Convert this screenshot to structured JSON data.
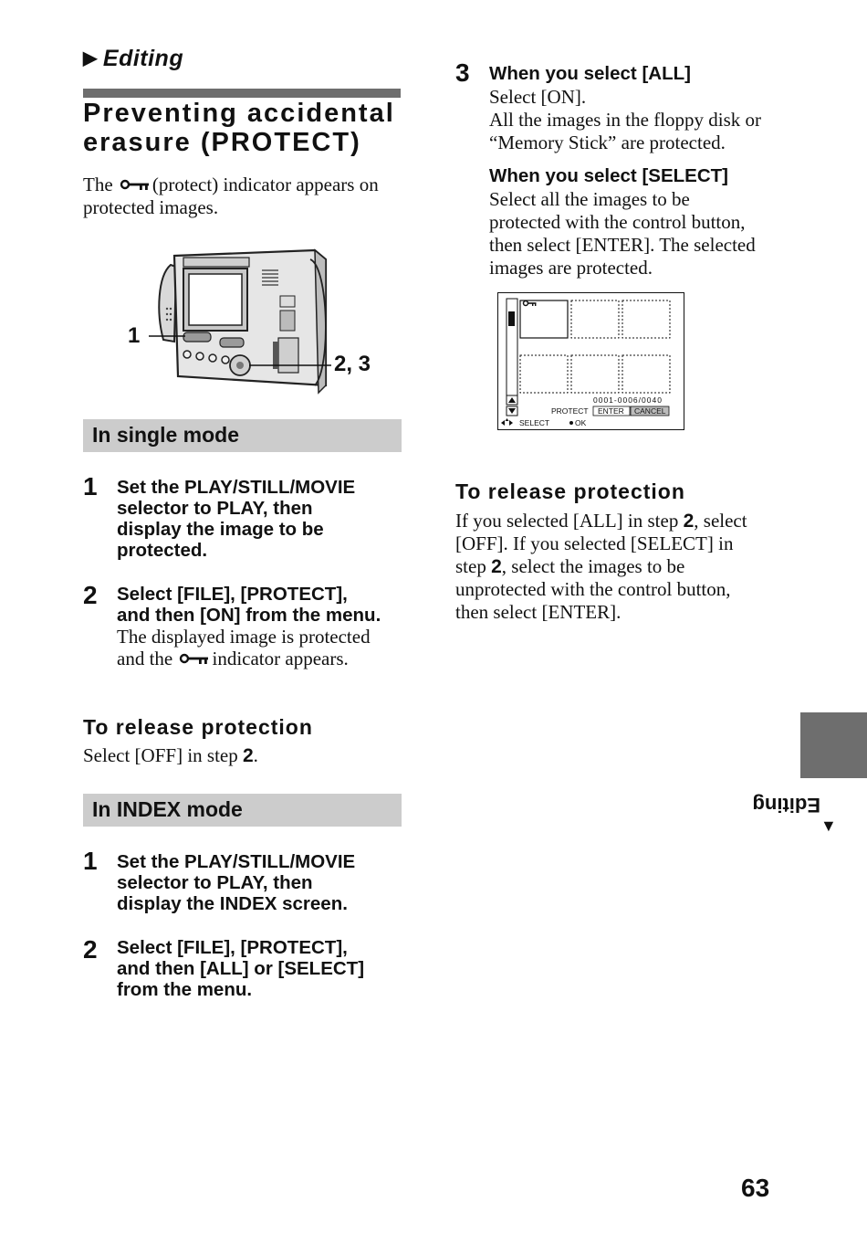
{
  "header": {
    "section": "Editing",
    "title_line1": "Preventing accidental",
    "title_line2": "erasure (PROTECT)"
  },
  "intro": {
    "before": "The",
    "after": "(protect) indicator appears on",
    "line2": "protected images."
  },
  "figure": {
    "callout_left": "1",
    "callout_right": "2, 3"
  },
  "single_mode": {
    "heading": "In single mode",
    "step1": {
      "num": "1",
      "lines": [
        "Set the PLAY/STILL/MOVIE",
        "selector to PLAY, then",
        "display the image to be",
        "protected."
      ]
    },
    "step2": {
      "num": "2",
      "lines": [
        "Select [FILE], [PROTECT],",
        "and then [ON] from the menu."
      ],
      "desc_line1": "The displayed image is protected",
      "desc_line2_before": "and the",
      "desc_line2_after": "indicator appears."
    },
    "release": {
      "heading": "To release protection",
      "text_before": "Select [OFF] in step",
      "step_ref": "2",
      "text_after": "."
    }
  },
  "index_mode": {
    "heading": "In INDEX mode",
    "step1": {
      "num": "1",
      "lines": [
        "Set the PLAY/STILL/MOVIE",
        "selector to PLAY, then",
        "display the INDEX screen."
      ]
    },
    "step2": {
      "num": "2",
      "lines": [
        "Select [FILE], [PROTECT],",
        "and then [ALL] or [SELECT]",
        "from the menu."
      ]
    }
  },
  "step3": {
    "num": "3",
    "all_heading": "When you select [ALL]",
    "all_lines": [
      "Select [ON].",
      "All the images in the floppy disk or",
      "“Memory Stick” are protected."
    ],
    "select_heading": "When you select [SELECT]",
    "select_lines": [
      "Select all the images to be",
      "protected with the control button,",
      "then select [ENTER]. The selected",
      "images are protected."
    ]
  },
  "lcd": {
    "counter": "0001-0006/0040",
    "protect_label": "PROTECT",
    "enter_label": "ENTER",
    "cancel_label": "CANCEL",
    "select_hint": "SELECT",
    "ok_hint": "OK"
  },
  "release_right": {
    "heading": "To release protection",
    "line1_before": "If you selected [ALL] in step",
    "line1_ref": "2",
    "line1_after": ", select",
    "line2": "[OFF]. If you selected [SELECT] in",
    "line3_before": "step",
    "line3_ref": "2",
    "line3_after": ", select the images to be",
    "line4": "unprotected with the control button,",
    "line5": "then select [ENTER]."
  },
  "side_tab": {
    "label": "Editing"
  },
  "page_number": "63"
}
